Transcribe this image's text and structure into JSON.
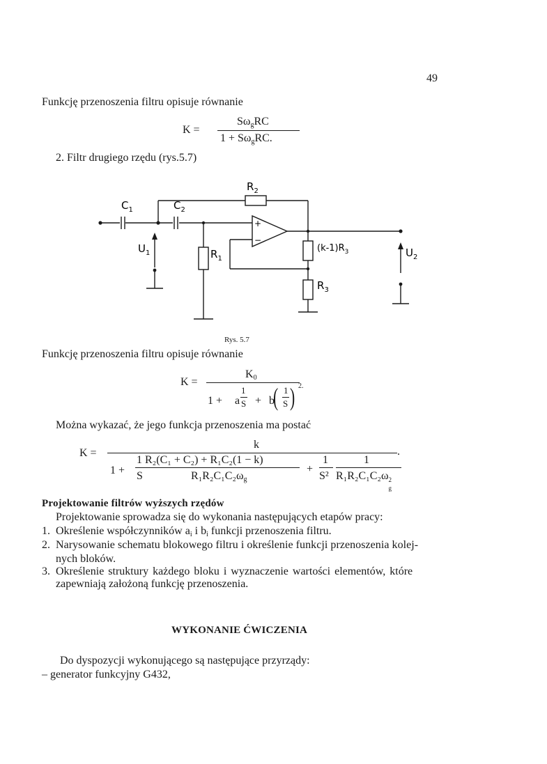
{
  "page_number": "49",
  "intro_first": "Funkcję przenoszenia filtru opisuje równanie",
  "eq1": {
    "lhs": "K =",
    "num_a": "Sω",
    "num_sub": "g",
    "num_b": "RC",
    "den_a": "1 + Sω",
    "den_sub": "g",
    "den_b": "RC",
    "dot": "."
  },
  "item2_heading": "2. Filtr drugiego rzędu (rys.5.7)",
  "circuit": {
    "R2": "R",
    "R2_sub": "2",
    "C1": "C",
    "C1_sub": "1",
    "C2": "C",
    "C2_sub": "2",
    "U1": "U",
    "U1_sub": "1",
    "R1": "R",
    "R1_sub": "1",
    "kR3": "(k-1)R",
    "kR3_sub": "3",
    "R3": "R",
    "R3_sub": "3",
    "U2": "U",
    "U2_sub": "2",
    "plus": "+",
    "minus": "−"
  },
  "figure_caption": "Rys. 5.7",
  "intro_second": "Funkcję przenoszenia filtru opisuje równanie",
  "eq2": {
    "lhs": "K =",
    "num_a": "K",
    "num_sub": "0",
    "one_plus": "1 +",
    "a": "a",
    "frac_num": "1",
    "frac_den": "S",
    "plus": "+",
    "b": "b",
    "paren_num": "1",
    "paren_den": "S",
    "sup": "2",
    "dot": "."
  },
  "shown_text": "Można wykazać, że jego funkcja przenoszenia ma postać",
  "eq3": {
    "lhs": "K =",
    "num": "k",
    "one_plus": "1 +",
    "f1_num": "1",
    "f1_den": "S",
    "bigf_num": "R₂(C₁ + C₂) + R₁C₂(1 − k)",
    "bigf_den": "R₁R₂C₁C₂ω",
    "bigf_den_sub": "g",
    "plus": "+",
    "f3_num": "1",
    "f3_den": "S²",
    "f4_num": "1",
    "f4_den": "R₁R₂C₁C₂ω",
    "f4_den_sup": "2",
    "f4_den_sub": "g",
    "dot": "."
  },
  "section_heading": "Projektowanie filtrów wyższych rzędów",
  "section_intro": "Projektowanie sprowadza się do wykonania następujących etapów pracy:",
  "steps": [
    {
      "num": "1.",
      "text": "Określenie współczynników a",
      "sub1": "i",
      "mid": " i b",
      "sub2": "i",
      "tail": " funkcji przenoszenia filtru."
    },
    {
      "num": "2.",
      "line1": "Narysowanie schematu blokowego filtru i określenie funkcji przenoszenia kolej-",
      "line2": "nych bloków."
    },
    {
      "num": "3.",
      "line1": "Określenie struktury każdego bloku i wyznaczenie wartości elementów, które",
      "line2": "zapewniają założoną funkcję przenoszenia."
    }
  ],
  "exercise_heading": "WYKONANIE ĆWICZENIA",
  "equipment_intro": "Do dyspozycji wykonującego są następujące przyrządy:",
  "equipment_items": [
    "– generator funkcyjny G432,"
  ]
}
